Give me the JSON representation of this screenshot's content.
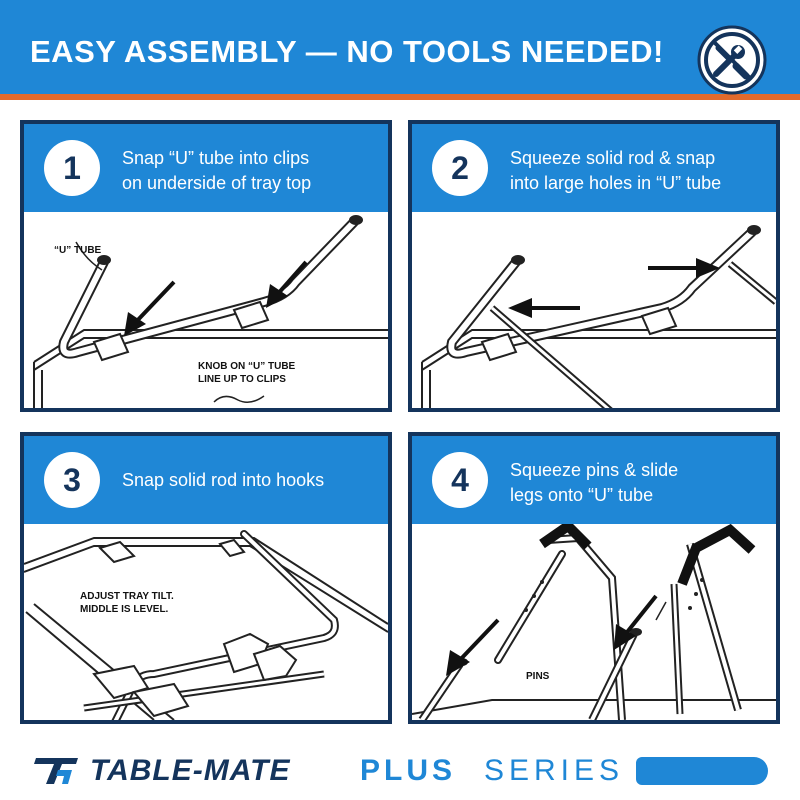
{
  "header": {
    "title": "EASY ASSEMBLY — NO TOOLS NEEDED!",
    "badge_icon": "no-tools-icon"
  },
  "colors": {
    "blue": "#1f87d6",
    "navy": "#14345c",
    "orange": "#e26a2c"
  },
  "steps": [
    {
      "number": "1",
      "text": "Snap “U” tube into clips\non underside of tray top",
      "callouts": [
        "“U” TUBE",
        "KNOB ON “U” TUBE\nLINE UP TO CLIPS"
      ]
    },
    {
      "number": "2",
      "text": "Squeeze solid rod & snap\ninto large holes in “U” tube",
      "callouts": []
    },
    {
      "number": "3",
      "text": "Snap solid rod into hooks",
      "callouts": [
        "ADJUST TRAY TILT.\nMIDDLE IS LEVEL."
      ]
    },
    {
      "number": "4",
      "text": "Squeeze pins & slide\nlegs onto “U” tube",
      "callouts": [
        "PINS"
      ]
    }
  ],
  "brand": {
    "logo_icon": "table-mate-logo-icon",
    "name": "TABLE-MATE",
    "plus": "PLUS",
    "series": "SERIES"
  }
}
